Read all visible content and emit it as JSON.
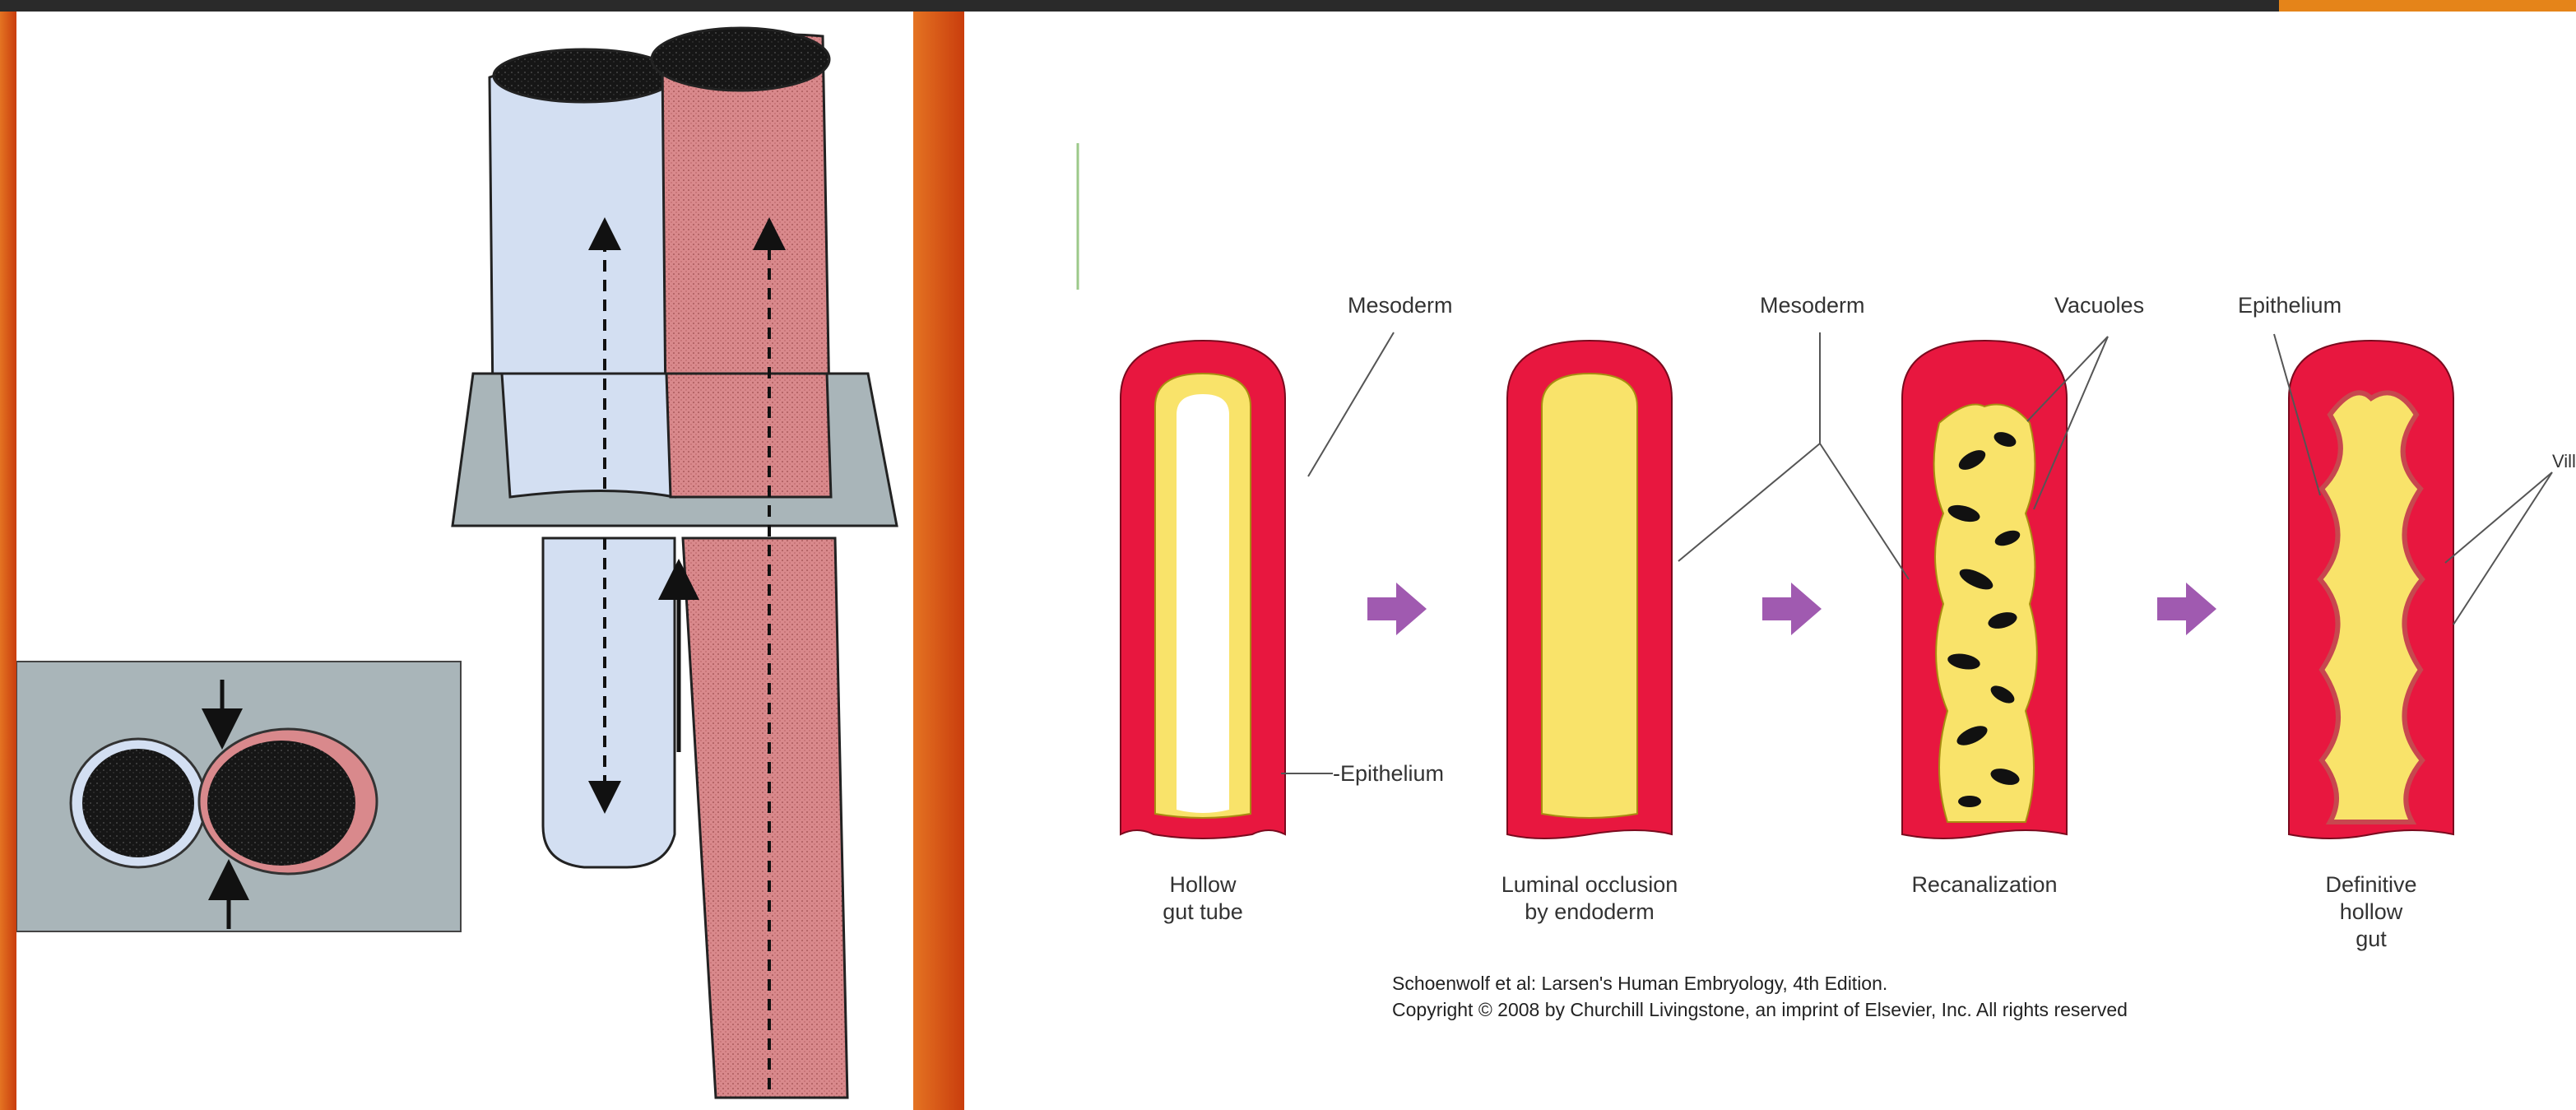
{
  "colors": {
    "background": "#ffffff",
    "top_bar": "#2a2a2a",
    "accent_orange": "#e47322",
    "mesoderm_red": "#e8173f",
    "endoderm_yellow": "#f9e36a",
    "vacuole_black": "#111111",
    "arrow_purple": "#a05ab0",
    "plate_gray": "#a9b5b9",
    "tube_blue": "#d3dff2",
    "tube_pink": "#d9898c"
  },
  "left_figure": {
    "icons": [
      "separated-tubes",
      "cross-section-inset",
      "section-plate",
      "direction-arrows"
    ]
  },
  "right_figure": {
    "labels": {
      "mesoderm_left": "Mesoderm",
      "mesoderm_center": "Mesoderm",
      "vacuoles": "Vacuoles",
      "epithelium_top": "Epithelium",
      "epithelium_bottom": "-Epithelium",
      "villi": "Villi"
    },
    "stages": [
      {
        "line1": "Hollow",
        "line2": "gut tube",
        "line3": ""
      },
      {
        "line1": "Luminal occlusion",
        "line2": "by endoderm",
        "line3": ""
      },
      {
        "line1": "Recanalization",
        "line2": "",
        "line3": ""
      },
      {
        "line1": "Definitive",
        "line2": "hollow",
        "line3": "gut"
      }
    ],
    "credit": {
      "line1": "Schoenwolf et al: Larsen's Human Embryology, 4th Edition.",
      "line2": "Copyright © 2008 by Churchill Livingstone, an imprint of Elsevier, Inc. All rights reserved"
    }
  }
}
